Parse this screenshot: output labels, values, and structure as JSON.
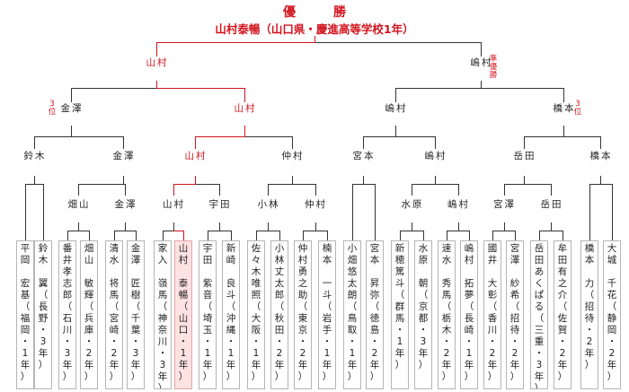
{
  "title": {
    "champion_label": "優　勝",
    "champion_name": "山村泰暢（山口県・慶進高等学校1年）"
  },
  "badges": {
    "runner_up": "準優勝",
    "third": "3位"
  },
  "players": [
    {
      "name": "平岡　宏基",
      "info": "（福岡・1年）"
    },
    {
      "name": "鈴木　翼",
      "info": "（長野・3年）"
    },
    {
      "name": "番井孝志郎",
      "info": "（石川・3年）"
    },
    {
      "name": "畑山　敏輝",
      "info": "（兵庫・2年）"
    },
    {
      "name": "清水　将馬",
      "info": "（宮崎・2年）"
    },
    {
      "name": "金澤　匠樹",
      "info": "（千葉・3年）"
    },
    {
      "name": "家入　嶺馬",
      "info": "（神奈川・3年）"
    },
    {
      "name": "山村　泰暢",
      "info": "（山口・1年）"
    },
    {
      "name": "宇田　紫音",
      "info": "（埼玉・1年）"
    },
    {
      "name": "新崎　良斗",
      "info": "（沖縄・1年）"
    },
    {
      "name": "佐々木唯照",
      "info": "（大阪・1年）"
    },
    {
      "name": "小林丈太郎",
      "info": "（秋田・2年）"
    },
    {
      "name": "仲村勇之助",
      "info": "（東京・2年）"
    },
    {
      "name": "楠本　一斗",
      "info": "（岩手・1年）"
    },
    {
      "name": "小畑悠太朗",
      "info": "（鳥取・1年）"
    },
    {
      "name": "宮本　昇弥",
      "info": "（徳島・2年）"
    },
    {
      "name": "新穂篤斗",
      "info": "（群馬・1年）"
    },
    {
      "name": "水原　朝",
      "info": "（京都・3年）"
    },
    {
      "name": "速水　秀馬",
      "info": "（栃木・2年）"
    },
    {
      "name": "嶋村　拓夢",
      "info": "（長崎・1年）"
    },
    {
      "name": "國井　大彰",
      "info": "（香川・2年）"
    },
    {
      "name": "宮澤　紗希",
      "info": "（招待・2年）"
    },
    {
      "name": "岳田あくぱる",
      "info": "（三重・3年）"
    },
    {
      "name": "牟田有之介",
      "info": "（佐賀・2年）"
    },
    {
      "name": "橋本　力",
      "info": "（招待・2年）"
    },
    {
      "name": "大城　千花",
      "info": "（静岡・2年）"
    }
  ],
  "round1": [
    "畑山",
    "金澤",
    "山村",
    "宇田",
    "小林",
    "仲村",
    "水原",
    "嶋村",
    "宮澤",
    "岳田"
  ],
  "round2": [
    "鈴木",
    "金澤",
    "山村",
    "仲村",
    "宮本",
    "嶋村",
    "岳田",
    "橋本"
  ],
  "quarter": [
    "金澤",
    "山村",
    "嶋村",
    "橋本"
  ],
  "semi": [
    "山村",
    "嶋村"
  ]
}
